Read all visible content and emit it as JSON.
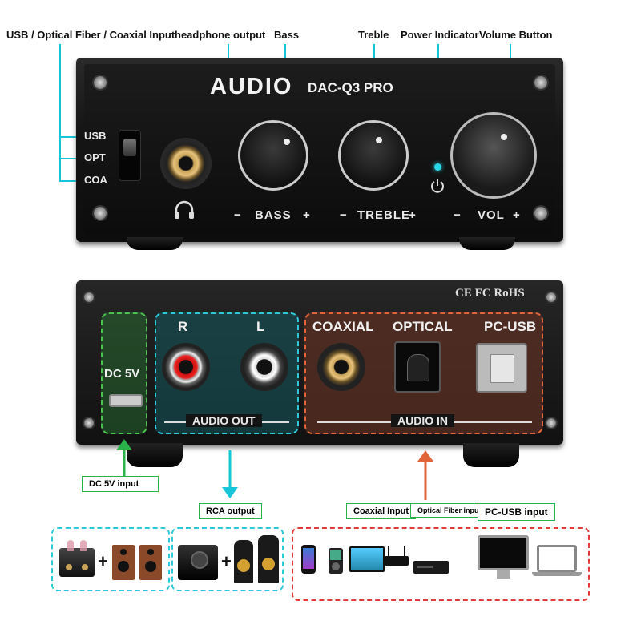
{
  "callouts": {
    "input": "USB / Optical Fiber / Coaxial Input",
    "headphone": "headphone output",
    "bass": "Bass",
    "treble": "Treble",
    "power": "Power Indicator",
    "volume": "Volume Button"
  },
  "front": {
    "brand": "AUDIO",
    "model": "DAC-Q3 PRO",
    "selector": [
      "USB",
      "OPT",
      "COA"
    ],
    "bass_label": "BASS",
    "treble_label": "TREBLE",
    "vol_label": "VOL",
    "minus": "−",
    "plus": "+"
  },
  "back": {
    "certs": "CE FC RoHS",
    "dc_label": "DC 5V",
    "r_label": "R",
    "l_label": "L",
    "audio_out": "AUDIO OUT",
    "coaxial": "COAXIAL",
    "optical": "OPTICAL",
    "pcusb": "PC-USB",
    "audio_in": "AUDIO IN"
  },
  "bottom_labels": {
    "dc_input": "DC 5V input",
    "rca_output": "RCA output",
    "coaxial_input": "Coaxial Input",
    "optical_input": "Optical Fiber input",
    "pcusb_input": "PC-USB input"
  },
  "app_plus": "+",
  "colors": {
    "cyan": "#16c6d8",
    "green": "#2ab34a",
    "orange": "#e2653a",
    "red_dash": "#e23b3b"
  }
}
